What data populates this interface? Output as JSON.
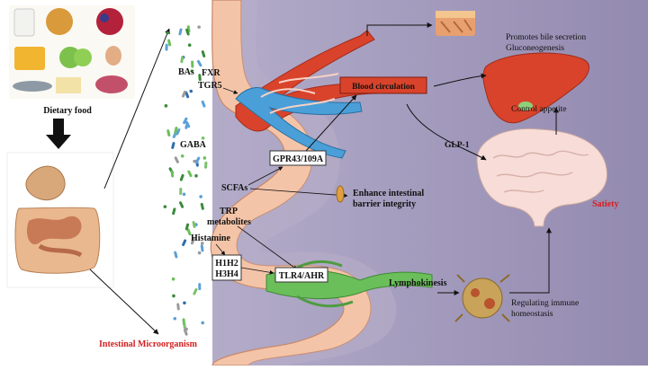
{
  "labels": {
    "dietary_food": "Dietary food",
    "intestinal_microorganism": "Intestinal Microorganism",
    "bas": "BAs",
    "fxr": "FXR",
    "tgr5": "TGR5",
    "gaba": "GABA",
    "scfas": "SCFAs",
    "trp_line1": "TRP",
    "trp_line2": "metabolites",
    "histamine": "Histamine",
    "h1h2": "H1H2",
    "h3h4": "H3H4",
    "gpr": "GPR43/109A",
    "blood_circulation": "Blood circulation",
    "tlr": "TLR4/AHR",
    "enhance_line1": "Enhance intestinal",
    "enhance_line2": "barrier integrity",
    "promotes_line1": "Promotes bile secretion",
    "promotes_line2": "Gluconeogenesis",
    "control_appetite": "Control appetite",
    "glp1": "GLP-1",
    "satiety": "Satiety",
    "lymphokinesis": "Lymphokinesis",
    "immune_line1": "Regulating immune",
    "immune_line2": "homeostasis"
  },
  "colors": {
    "panel_bg": "#9e96b8",
    "epithelium": "#f4c4a8",
    "vessel_red": "#d9432b",
    "vessel_blue": "#4a9fd8",
    "lymph_green": "#6bbf5a",
    "highlight_red": "#d41f1f"
  }
}
